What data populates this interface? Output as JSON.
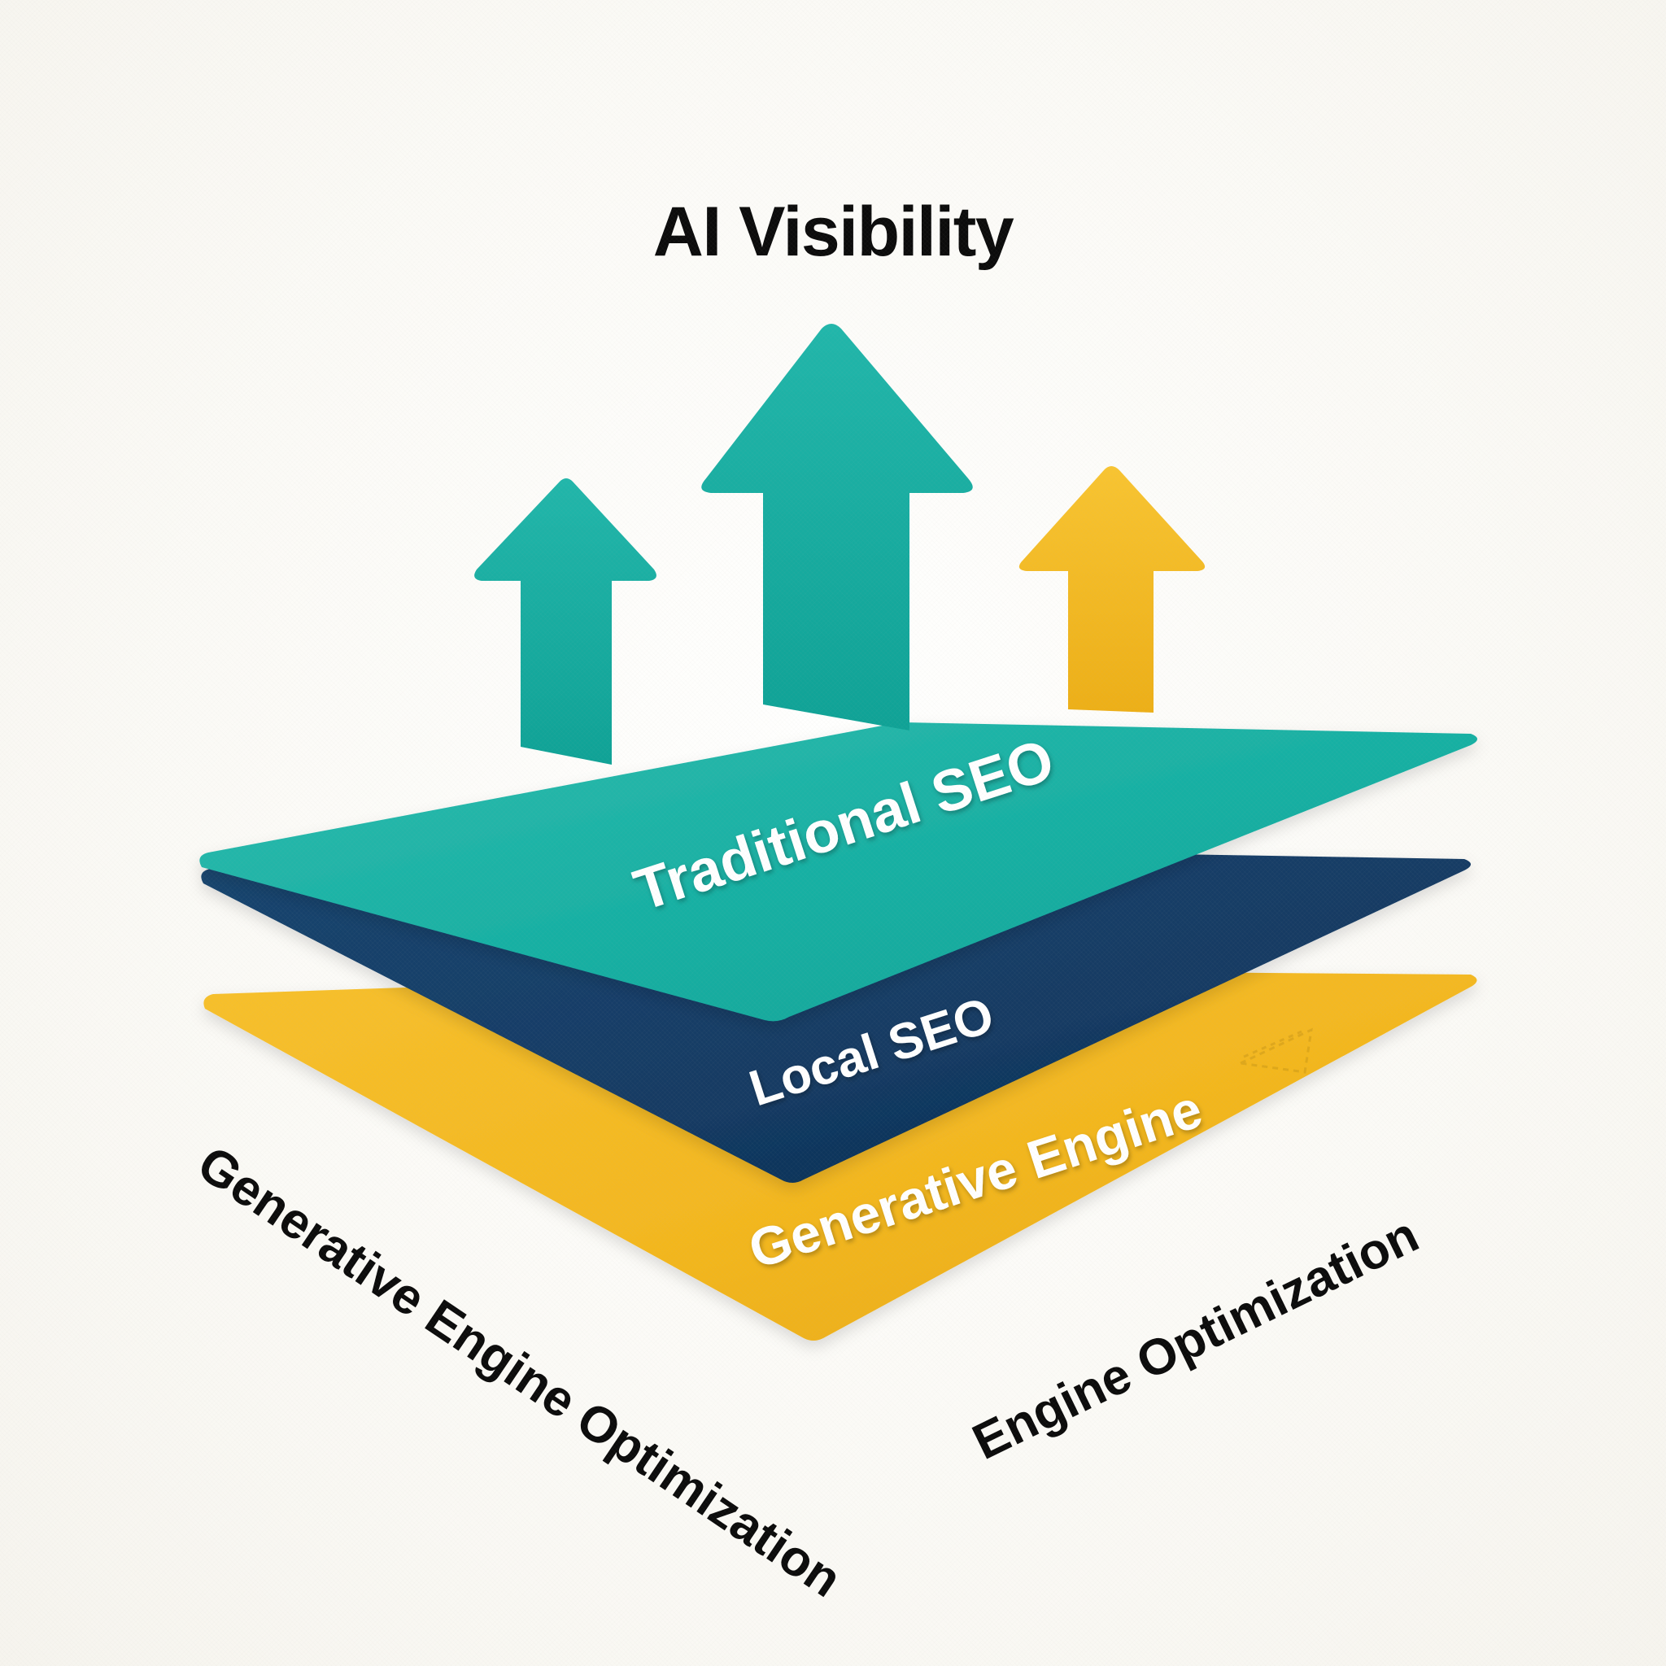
{
  "title": "AI Visibility",
  "background_color": "#FBFAF7",
  "palette": {
    "teal": "#16AFA2",
    "teal_dark": "#0E9E92",
    "navy": "#123A63",
    "navy_dark": "#0D2A4A",
    "yellow": "#F3B71F",
    "yellow_dark": "#E0A714",
    "title_color": "#0B0B0B",
    "label_color": "#FFFFFF"
  },
  "arrows": [
    {
      "name": "arrow-left-small",
      "color": "#16AFA2",
      "size": "small"
    },
    {
      "name": "arrow-center-large",
      "color": "#16AFA2",
      "size": "large"
    },
    {
      "name": "arrow-right-medium",
      "color": "#F3B71F",
      "size": "medium"
    }
  ],
  "layers": [
    {
      "id": "traditional-seo",
      "label": "Traditional SEO",
      "color": "#16AFA2",
      "order": 1
    },
    {
      "id": "local-seo",
      "label": "Local SEO",
      "color": "#123A63",
      "order": 2
    },
    {
      "id": "generative-engine",
      "label": "Generative Engine",
      "color": "#F3B71F",
      "order": 3
    }
  ],
  "captions": [
    {
      "id": "caption-left",
      "text": "Generative Engine Optimization"
    },
    {
      "id": "caption-right",
      "text": "Engine Optimization"
    }
  ],
  "watermark": {
    "name": "triangle-watermark",
    "visible": true
  }
}
